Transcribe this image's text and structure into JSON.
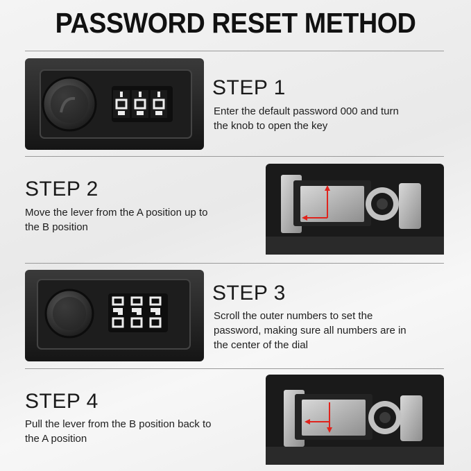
{
  "header": {
    "title": "PASSWORD RESET METHOD"
  },
  "steps": [
    {
      "title": "STEP 1",
      "desc_lines": [
        "Enter the default password 000 and turn",
        "the knob to open the key"
      ],
      "dial_digits": [
        "0",
        "0",
        "0"
      ]
    },
    {
      "title": "STEP 2",
      "desc_lines": [
        "Move the lever from the A position up to",
        "the B position"
      ]
    },
    {
      "title": "STEP 3",
      "desc_lines": [
        "Scroll the outer numbers to set the",
        "password, making sure all numbers are in",
        "the center of the dial"
      ],
      "dial_digits": [
        "0",
        "0",
        "0"
      ]
    },
    {
      "title": "STEP 4",
      "desc_lines": [
        "Pull the lever from the B position back to",
        "the A position"
      ]
    }
  ],
  "colors": {
    "arrow": "#e0231c",
    "panel": "#1c1c1c",
    "metal": "#b9b9b9"
  }
}
